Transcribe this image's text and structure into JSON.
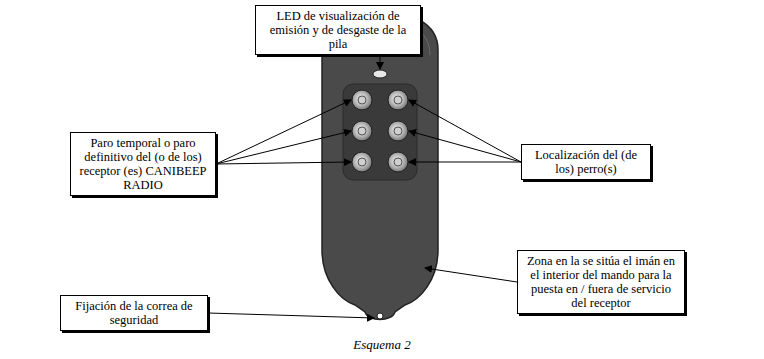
{
  "diagram": {
    "caption": "Esquema 2",
    "nodes": [
      {
        "text": [
          "LED de visualización de emisión y de desgaste de la pila"
        ]
      },
      {
        "text": [
          "Paro temporal o paro definitivo del (o de los) receptor (es) CANIBEEP RADIO"
        ]
      },
      {
        "text": [
          "Localización del (de los) perro(s)"
        ]
      },
      {
        "text": [
          "Zona en la se sitúa el imán en el interior del mando para la puesta en / fuera de servicio del receptor"
        ]
      },
      {
        "text": [
          "Fijación de la correa de seguridad"
        ]
      }
    ]
  }
}
